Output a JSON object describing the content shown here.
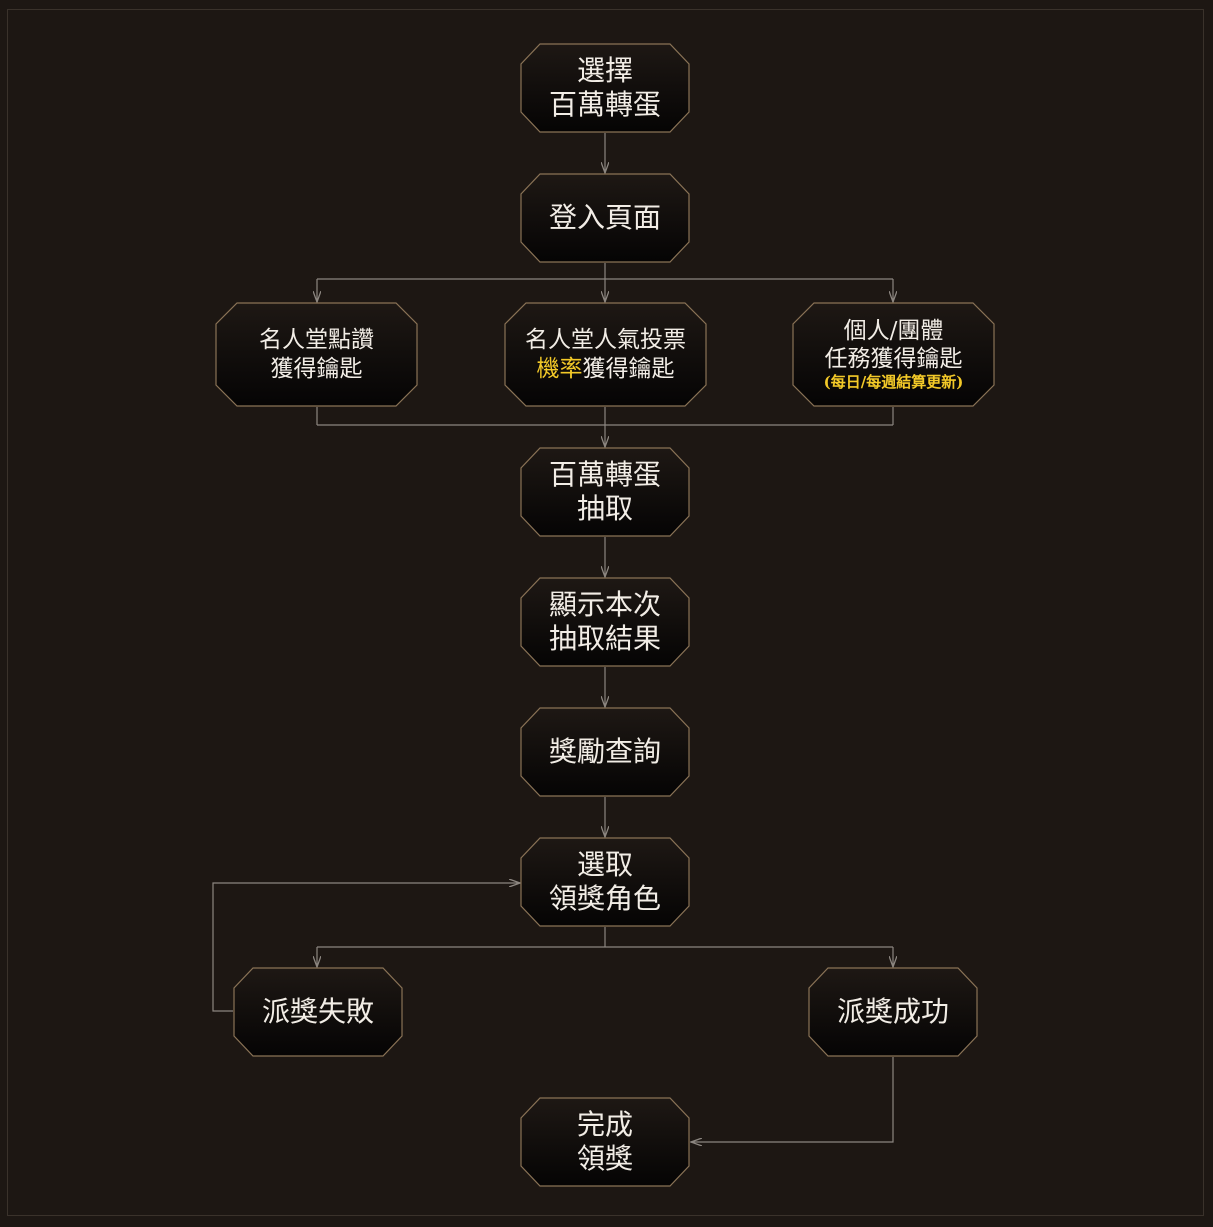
{
  "colors": {
    "background": "#1d1713",
    "node_fill_top": "#1e1814",
    "node_fill_bottom": "#050404",
    "node_border": "#8a7356",
    "connector": "#8c8680",
    "text": "#f2ede6",
    "highlight": "#f3c928"
  },
  "nodes": {
    "select_gacha": {
      "line1": "選擇",
      "line2": "百萬轉蛋"
    },
    "login_page": {
      "line1": "登入頁面"
    },
    "hall_like": {
      "line1": "名人堂點讚",
      "line2": "獲得鑰匙"
    },
    "hall_vote": {
      "line1": "名人堂人氣投票",
      "line2_highlight": "機率",
      "line2_rest": "獲得鑰匙"
    },
    "missions": {
      "line1": "個人/團體",
      "line2": "任務獲得鑰匙",
      "note": "(每日/每週結算更新)"
    },
    "gacha_draw": {
      "line1": "百萬轉蛋",
      "line2": "抽取"
    },
    "show_result": {
      "line1": "顯示本次",
      "line2": "抽取結果"
    },
    "reward_query": {
      "line1": "獎勵查詢"
    },
    "select_character": {
      "line1": "選取",
      "line2": "領獎角色"
    },
    "send_fail": {
      "line1": "派獎失敗"
    },
    "send_success": {
      "line1": "派獎成功"
    },
    "complete": {
      "line1": "完成",
      "line2": "領獎"
    }
  }
}
